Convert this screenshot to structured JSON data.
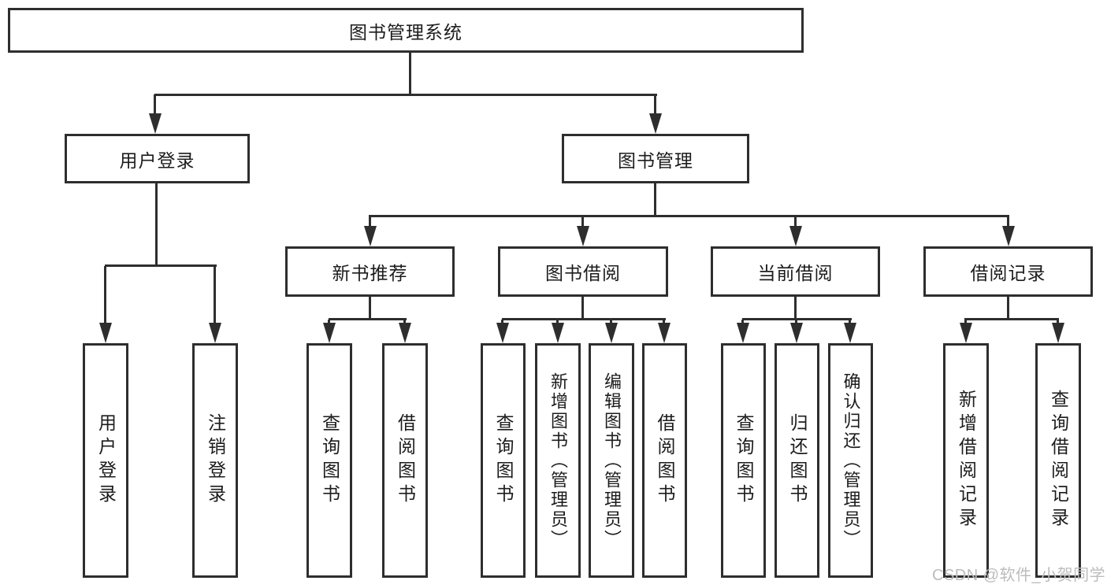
{
  "tree": {
    "root": "图书管理系统",
    "branches": [
      {
        "label": "用户登录",
        "children": [
          "用户登录",
          "注销登录"
        ]
      },
      {
        "label": "图书管理",
        "groups": [
          {
            "label": "新书推荐",
            "children": [
              "查询图书",
              "借阅图书"
            ]
          },
          {
            "label": "图书借阅",
            "children": [
              "查询图书",
              "新增图书（管理员）",
              "编辑图书（管理员）",
              "借阅图书"
            ]
          },
          {
            "label": "当前借阅",
            "children": [
              "查询图书",
              "归还图书",
              "确认归还（管理员）"
            ]
          },
          {
            "label": "借阅记录",
            "children": [
              "新增借阅记录",
              "查询借阅记录"
            ]
          }
        ]
      }
    ]
  },
  "watermark": "CSDN @软件_小贺同学",
  "colors": {
    "line": "#2e2e2e",
    "text": "#1c1c1c",
    "watermark": "#bcbcbc",
    "background": "#ffffff"
  }
}
